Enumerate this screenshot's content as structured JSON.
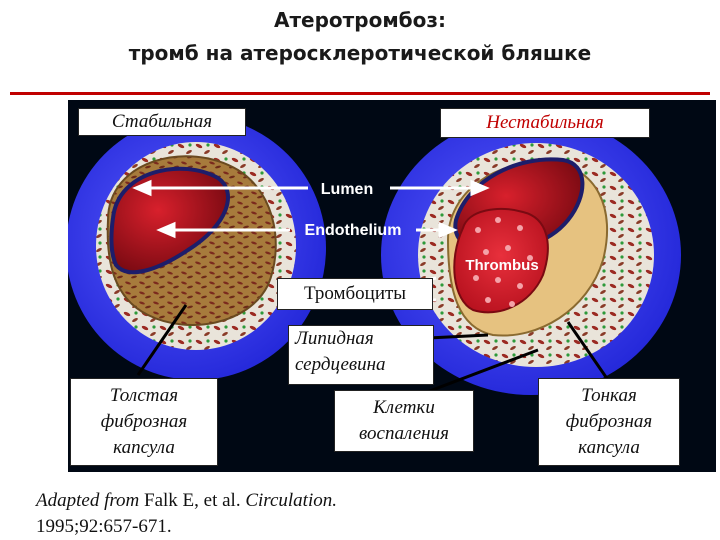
{
  "title": {
    "line1": "Атеротромбоз:",
    "line2": "тромб на атеросклеротической бляшке"
  },
  "diagram_labels": {
    "lumen": "Lumen",
    "endothelium": "Endothelium",
    "thrombus": "Thrombus"
  },
  "labels": {
    "stable": "Стабильная",
    "unstable": "Нестабильная",
    "platelets": "Тромбоциты",
    "lipid_core": [
      "Липидная",
      "сердцевина"
    ],
    "thick_cap": [
      "Толстая",
      "фиброзная",
      "капсула"
    ],
    "inflammatory_cells": [
      "Клетки",
      "воспаления"
    ],
    "thin_cap": [
      "Тонкая",
      "фиброзная",
      "капсула"
    ]
  },
  "citation": {
    "adapted_from": "Adapted from",
    "authors": "Falk E, et al.",
    "journal": "Circulation.",
    "details": "1995;92:657-671."
  },
  "colors": {
    "accent_rule": "#c00000",
    "panel_bg": "#000814",
    "vessel_blue": "#3a3df0",
    "lumen_red": "#b3141f",
    "plaque_tan": "#a67a3a",
    "thrombus_red": "#d21c2a"
  }
}
